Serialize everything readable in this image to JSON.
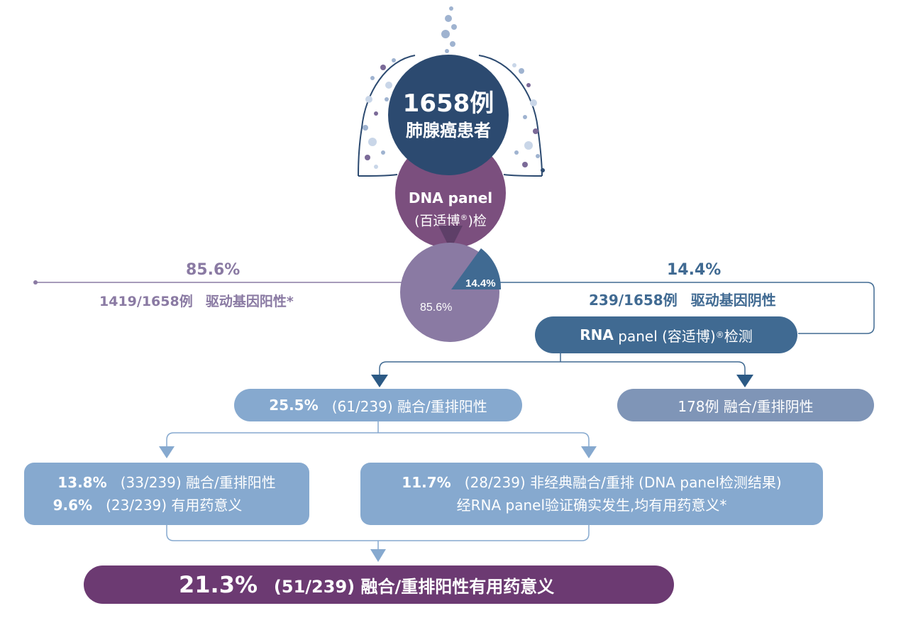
{
  "top": {
    "count": "1658例",
    "label": "肺腺癌患者"
  },
  "dna": {
    "line1": "DNA panel",
    "line2": "(百适博",
    "reg": "®",
    "line2b": ")检"
  },
  "pie": {
    "positive_pct": "85.6%",
    "negative_pct": "14.4%"
  },
  "left": {
    "pct": "85.6%",
    "count": "1419/1658例",
    "desc": "驱动基因阳性*"
  },
  "right": {
    "pct": "14.4%",
    "count": "239/1658例",
    "desc": "驱动基因阴性"
  },
  "rna": {
    "bold": "RNA",
    "text": "panel (容适博)",
    "reg": "®",
    "tail": "检测"
  },
  "fusion_pos": {
    "pct": "25.5%",
    "desc": "(61/239) 融合/重排阳性"
  },
  "fusion_neg": {
    "text": "178例 融合/重排阴性"
  },
  "box_left": {
    "row1_pct": "13.8%",
    "row1_desc": "(33/239) 融合/重排阳性",
    "row2_pct": "9.6%",
    "row2_desc": "(23/239) 有用药意义"
  },
  "box_right": {
    "row1_pct": "11.7%",
    "row1_desc": "(28/239) 非经典融合/重排 (DNA panel检测结果)",
    "row2_desc": "经RNA panel验证确实发生,均有用药意义*"
  },
  "final": {
    "pct": "21.3%",
    "desc": "(51/239) 融合/重排阳性有用药意义"
  },
  "colors": {
    "navy": "#2c4a70",
    "plum": "#7b4f7e",
    "lavender": "#8a7aa3",
    "steel": "#406a92",
    "lightblue": "#86a9cf",
    "greyblue": "#7f95b7",
    "deep_purple": "#6c3a72"
  }
}
